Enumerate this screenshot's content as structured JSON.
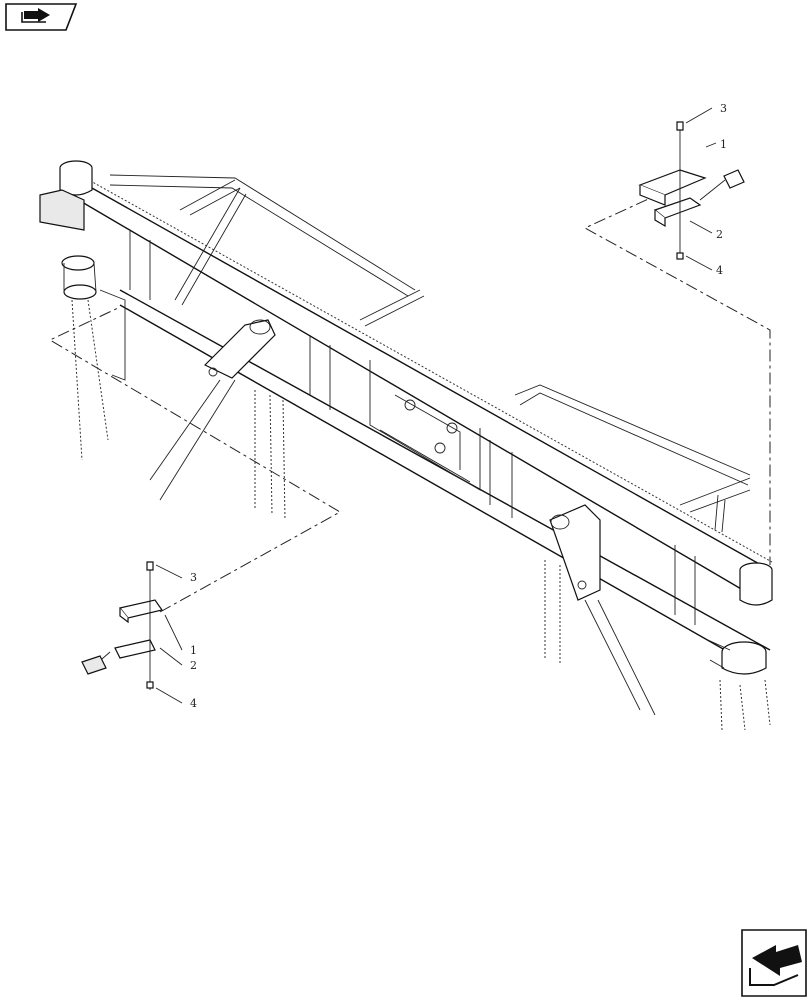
{
  "callouts": {
    "upper": [
      "3",
      "1",
      "2",
      "4"
    ],
    "lower": [
      "3",
      "1",
      "2",
      "4"
    ]
  },
  "icons": {
    "top_left": "book-nav-icon",
    "bottom_right": "return-arrow-icon"
  }
}
